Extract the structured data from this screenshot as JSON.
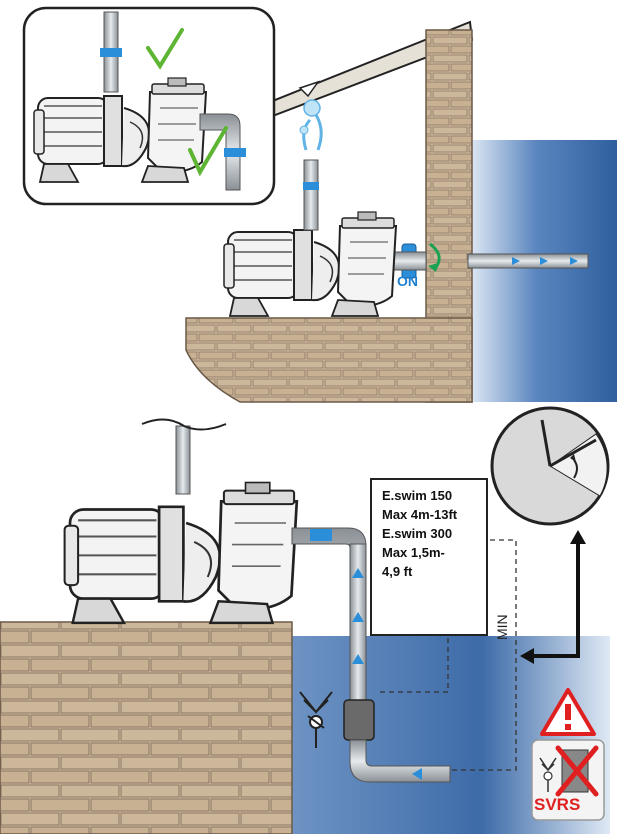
{
  "labels": {
    "on": "ON",
    "min": "MIN",
    "svrs": "SVRS"
  },
  "spec_box": {
    "line1": "E.swim 150",
    "line2": "Max 4m-13ft",
    "line3": "E.swim 300",
    "line4": "Max 1,5m-",
    "line5": "4,9 ft"
  },
  "colors": {
    "water": "#3a6fae",
    "brick": "#c8b49a",
    "pipe": "#b9c0c6",
    "accent_blue": "#2a8fd8",
    "check_green": "#5db533",
    "warning_red": "#e02020"
  },
  "icons": [
    "check-mark-icon",
    "clock-icon",
    "warning-triangle-icon",
    "crossed-out-valve-icon"
  ]
}
